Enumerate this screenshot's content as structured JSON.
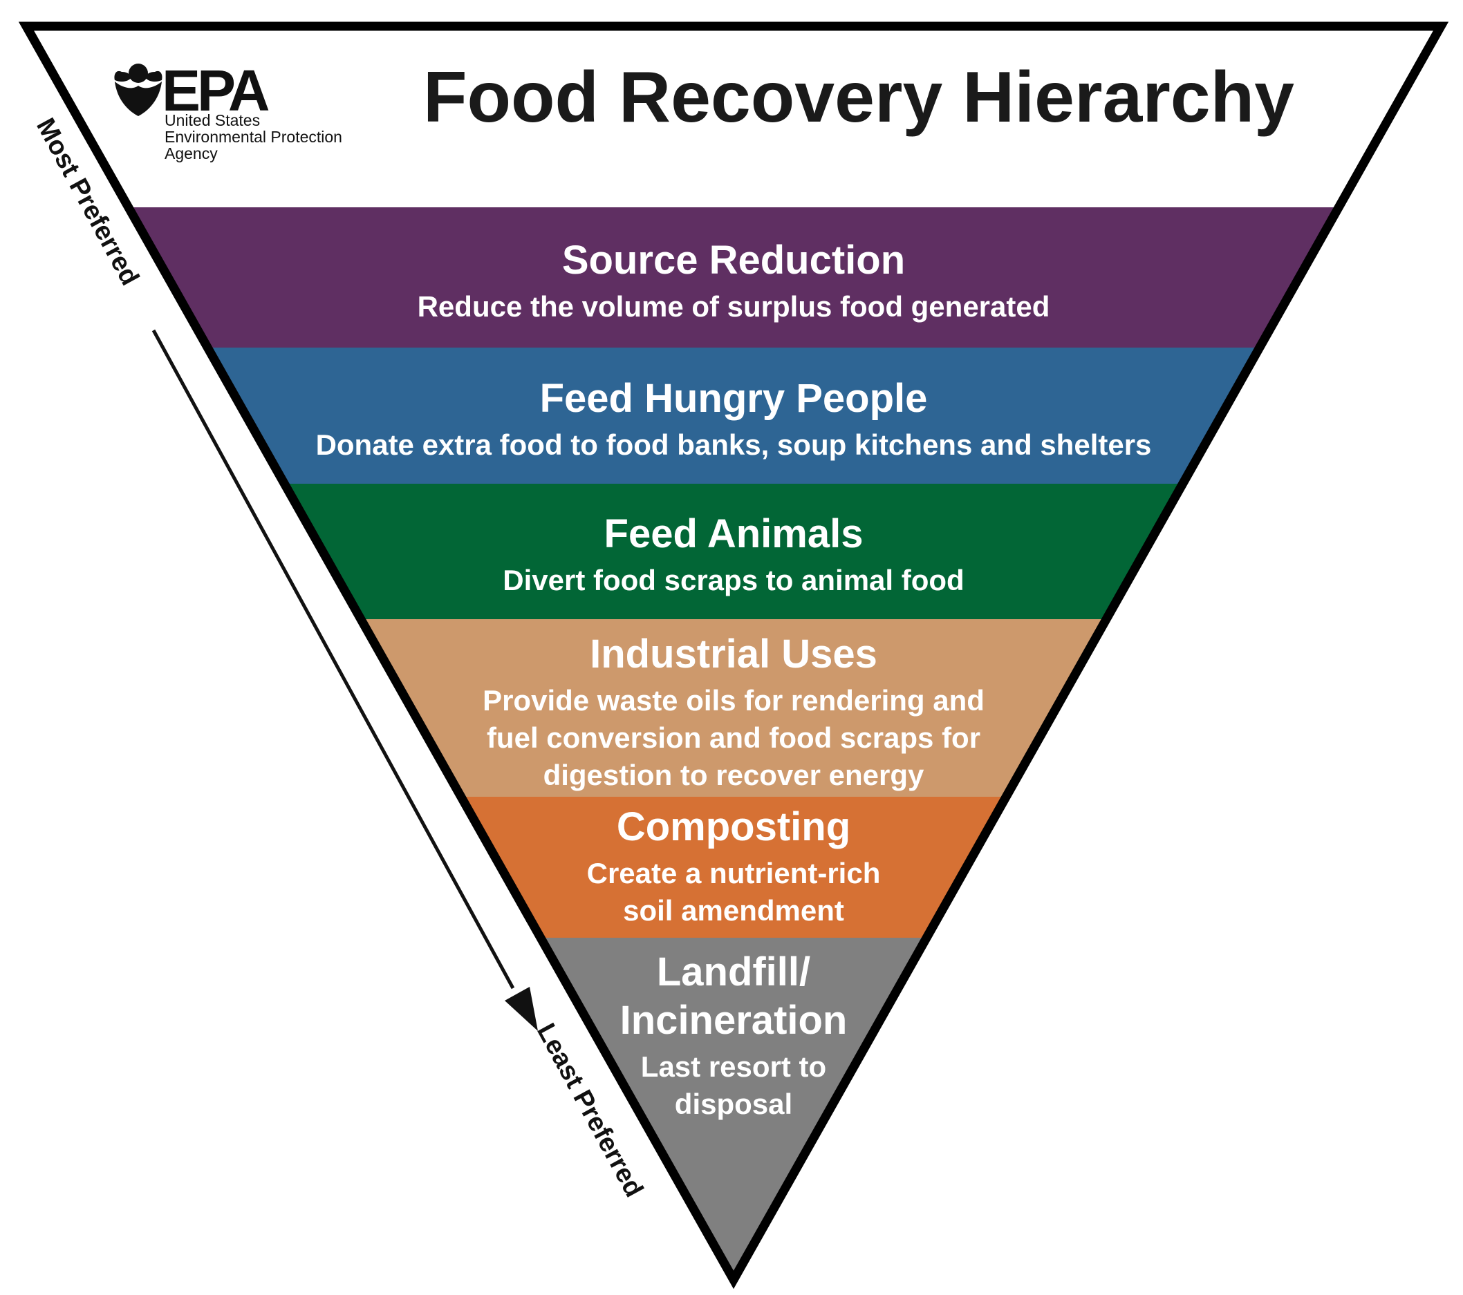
{
  "title": "Food Recovery Hierarchy",
  "logo": {
    "wordmark": "EPA",
    "agency_lines": [
      "United States",
      "Environmental Protection",
      "Agency"
    ]
  },
  "arrow": {
    "top_label": "Most Preferred",
    "bottom_label": "Least Preferred"
  },
  "colors": {
    "source_reduction": "#5f2f62",
    "feed_hungry_people": "#2e6594",
    "feed_animals": "#026636",
    "industrial_uses": "#cd996c",
    "composting": "#d67134",
    "landfill": "#808080",
    "outline": "#000000"
  },
  "tiers": [
    {
      "key": "source_reduction",
      "title_lines": [
        "Source Reduction"
      ],
      "desc_lines": [
        "Reduce the volume of surplus food generated"
      ]
    },
    {
      "key": "feed_hungry_people",
      "title_lines": [
        "Feed Hungry People"
      ],
      "desc_lines": [
        "Donate extra food to food banks, soup kitchens and shelters"
      ]
    },
    {
      "key": "feed_animals",
      "title_lines": [
        "Feed Animals"
      ],
      "desc_lines": [
        "Divert food scraps to animal food"
      ]
    },
    {
      "key": "industrial_uses",
      "title_lines": [
        "Industrial Uses"
      ],
      "desc_lines": [
        "Provide waste oils for rendering and",
        "fuel conversion and food scraps for",
        "digestion to recover energy"
      ]
    },
    {
      "key": "composting",
      "title_lines": [
        "Composting"
      ],
      "desc_lines": [
        "Create a nutrient-rich",
        "soil amendment"
      ]
    },
    {
      "key": "landfill",
      "title_lines": [
        "Landfill/",
        "Incineration"
      ],
      "desc_lines": [
        "Last resort to",
        "disposal"
      ]
    }
  ]
}
